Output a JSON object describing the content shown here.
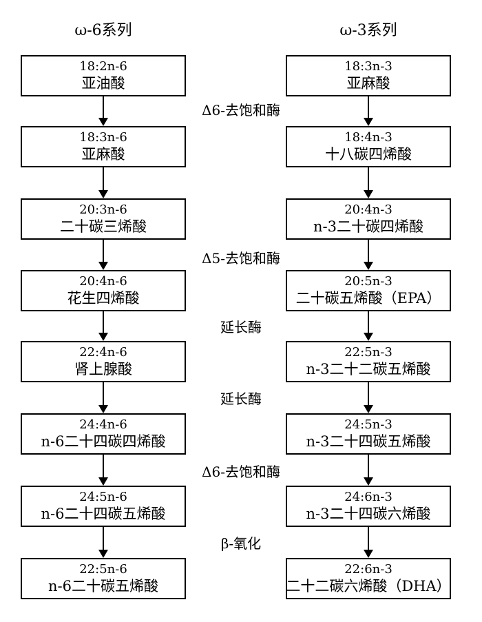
{
  "left_column": {
    "title": "ω-6系列",
    "boxes": [
      {
        "code": "18:2n-6",
        "name": "亚油酸"
      },
      {
        "code": "18:3n-6",
        "name": "亚麻酸"
      },
      {
        "code": "20:3n-6",
        "name": "二十碳三烯酸"
      },
      {
        "code": "20:4n-6",
        "name": "花生四烯酸"
      },
      {
        "code": "22:4n-6",
        "name": "肾上腺酸"
      },
      {
        "code": "24:4n-6",
        "name": "n-6二十四碳四烯酸"
      },
      {
        "code": "24:5n-6",
        "name": "n-6二十四碳五烯酸"
      },
      {
        "code": "22:5n-6",
        "name": "n-6二十碳五烯酸"
      }
    ]
  },
  "right_column": {
    "title": "ω-3系列",
    "boxes": [
      {
        "code": "18:3n-3",
        "name": "亚麻酸"
      },
      {
        "code": "18:4n-3",
        "name": "十八碳四烯酸"
      },
      {
        "code": "20:4n-3",
        "name": "n-3二十碳四烯酸"
      },
      {
        "code": "20:5n-3",
        "name": "二十碳五烯酸（EPA）"
      },
      {
        "code": "22:5n-3",
        "name": "n-3二十二碳五烯酸"
      },
      {
        "code": "24:5n-3",
        "name": "n-3二十四碳五烯酸"
      },
      {
        "code": "24:6n-3",
        "name": "n-3二十四碳六烯酸"
      },
      {
        "code": "22:6n-3",
        "name": "二十二碳六烯酸（DHA）"
      }
    ]
  },
  "enzymes": [
    "Δ6-去饱和酶",
    "Δ5-去饱和酶",
    "延长酶",
    "延长酶",
    "Δ6-去饱和酶",
    "β-氧化"
  ]
}
